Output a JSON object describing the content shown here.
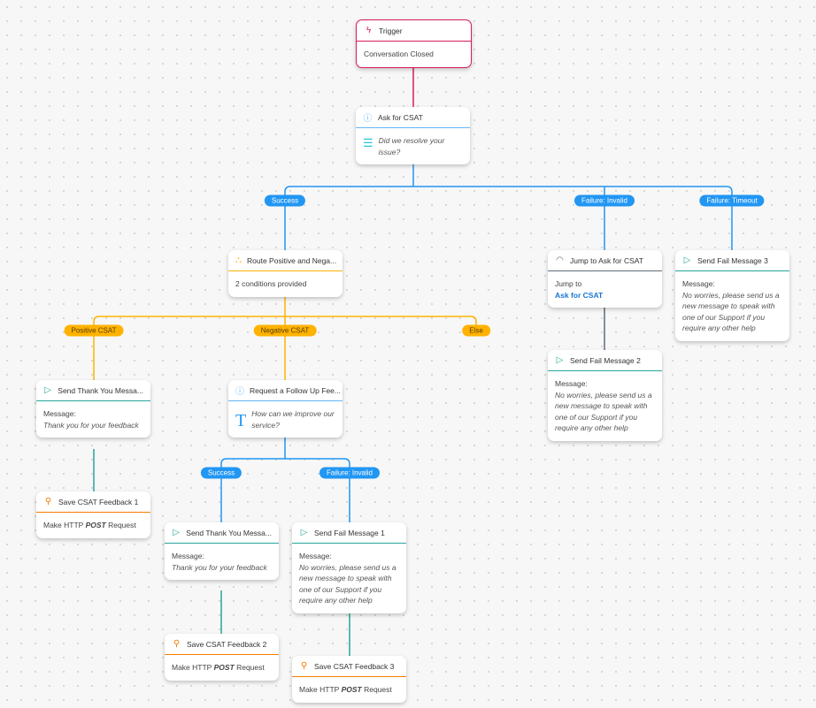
{
  "colors": {
    "trigger": "#d81b60",
    "question": "#64b5f6",
    "router": "#ffb300",
    "jump": "#5f6b7a",
    "send": "#26a69a",
    "http": "#f57c00",
    "branch_blue": "#2196f3",
    "branch_yellow": "#ffb300"
  },
  "nodes": {
    "trigger": {
      "title": "Trigger",
      "icon": "lightning-icon",
      "body": "Conversation Closed"
    },
    "ask": {
      "title": "Ask for CSAT",
      "icon": "question-circle-icon",
      "body_icon": "list-icon",
      "message": "Did we resolve your issue?"
    },
    "route": {
      "title": "Route Positive and Nega...",
      "icon": "sitemap-icon",
      "body": "2 conditions provided"
    },
    "jump": {
      "title": "Jump to Ask for CSAT",
      "icon": "gauge-icon",
      "label": "Jump to",
      "target": "Ask for CSAT"
    },
    "fail3": {
      "title": "Send Fail Message 3",
      "icon": "send-icon",
      "label": "Message:",
      "message": "No worries, please send us a new message to speak with one of our Support if you require any other help"
    },
    "thanks1": {
      "title": "Send Thank You Messa...",
      "icon": "send-icon",
      "label": "Message:",
      "message": "Thank you for your feedback"
    },
    "followup": {
      "title": "Request a Follow Up Fee...",
      "icon": "question-circle-icon",
      "body_icon": "text-icon",
      "message": "How can we improve our service?"
    },
    "fail2": {
      "title": "Send Fail Message 2",
      "icon": "send-icon",
      "label": "Message:",
      "message": "No worries, please send us a new message to speak with one of our Support if you require any other help"
    },
    "save1": {
      "title": "Save CSAT Feedback 1",
      "icon": "webhook-icon",
      "pre": "Make HTTP",
      "method": "POST",
      "post": "Request"
    },
    "thanks2": {
      "title": "Send Thank You Messa...",
      "icon": "send-icon",
      "label": "Message:",
      "message": "Thank you for your feedback"
    },
    "fail1": {
      "title": "Send Fail Message 1",
      "icon": "send-icon",
      "label": "Message:",
      "message": "No worries, please send us a new message to speak with one of our Support if you require any other help"
    },
    "save2": {
      "title": "Save CSAT Feedback 2",
      "icon": "webhook-icon",
      "pre": "Make HTTP",
      "method": "POST",
      "post": "Request"
    },
    "save3": {
      "title": "Save CSAT Feedback 3",
      "icon": "webhook-icon",
      "pre": "Make HTTP",
      "method": "POST",
      "post": "Request"
    }
  },
  "branches": {
    "ask_success": "Success",
    "ask_invalid": "Failure: Invalid",
    "ask_timeout": "Failure: Timeout",
    "route_positive": "Positive CSAT",
    "route_negative": "Negative CSAT",
    "route_else": "Else",
    "followup_success": "Success",
    "followup_invalid": "Failure: Invalid"
  }
}
